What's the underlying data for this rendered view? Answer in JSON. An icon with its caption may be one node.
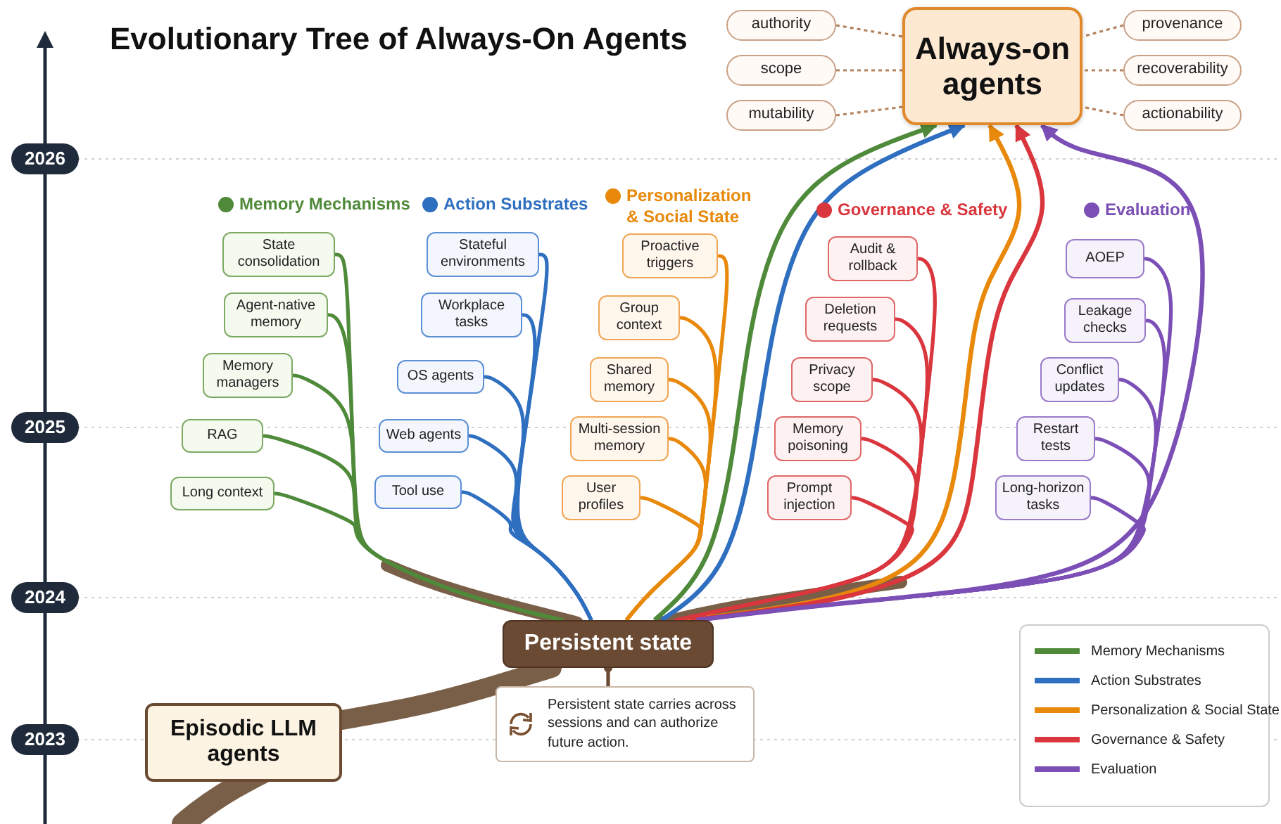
{
  "diagram": {
    "title": "Evolutionary Tree of Always-On Agents",
    "nodes": [
      {
        "text": [
          "Always-on agents"
        ]
      },
      {
        "text": [
          "authority"
        ]
      },
      {
        "text": [
          "scope"
        ]
      },
      {
        "text": [
          "mutability"
        ]
      },
      {
        "text": [
          "provenance"
        ]
      },
      {
        "text": [
          "recoverability"
        ]
      },
      {
        "text": [
          "actionability"
        ]
      },
      {
        "text": [
          "State consolidation"
        ]
      },
      {
        "text": [
          "Agent-native memory"
        ]
      },
      {
        "text": [
          "Memory managers"
        ]
      },
      {
        "text": [
          "RAG"
        ]
      },
      {
        "text": [
          "Long context"
        ]
      },
      {
        "text": [
          "Stateful environments"
        ]
      },
      {
        "text": [
          "Workplace tasks"
        ]
      },
      {
        "text": [
          "OS agents"
        ]
      },
      {
        "text": [
          "Web agents"
        ]
      },
      {
        "text": [
          "Tool use"
        ]
      },
      {
        "text": [
          "Proactive triggers"
        ]
      },
      {
        "text": [
          "Group context"
        ]
      },
      {
        "text": [
          "Shared memory"
        ]
      },
      {
        "text": [
          "Multi-session memory"
        ]
      },
      {
        "text": [
          "User profiles"
        ]
      },
      {
        "text": [
          "Audit & rollback"
        ]
      },
      {
        "text": [
          "Deletion requests"
        ]
      },
      {
        "text": [
          "Privacy scope"
        ]
      },
      {
        "text": [
          "Memory poisoning"
        ]
      },
      {
        "text": [
          "Prompt injection"
        ]
      },
      {
        "text": [
          "AOEP"
        ]
      },
      {
        "text": [
          "Leakage checks"
        ]
      },
      {
        "text": [
          "Conflict updates"
        ]
      },
      {
        "text": [
          "Restart tests"
        ]
      },
      {
        "text": [
          "Long-horizon tasks"
        ]
      },
      {
        "text": [
          "Persistent state"
        ]
      },
      {
        "text": [
          "Persistent state carries across sessions and can authorize future action."
        ]
      },
      {
        "text": [
          "Episodic LLM agents"
        ]
      }
    ],
    "edges": [
      {
        "from": 1,
        "to": 0,
        "arrow": "none",
        "style": "dashed",
        "color": "#b5835f"
      },
      {
        "from": 2,
        "to": 0,
        "arrow": "none",
        "style": "dashed",
        "color": "#b5835f"
      },
      {
        "from": 3,
        "to": 0,
        "arrow": "none",
        "style": "dashed",
        "color": "#b5835f"
      },
      {
        "from": 4,
        "to": 0,
        "arrow": "none",
        "style": "dashed",
        "color": "#b5835f"
      },
      {
        "from": 5,
        "to": 0,
        "arrow": "none",
        "style": "dashed",
        "color": "#b5835f"
      },
      {
        "from": 6,
        "to": 0,
        "arrow": "none",
        "style": "dashed",
        "color": "#b5835f"
      },
      {
        "from": 34,
        "to": 32,
        "arrow": "none",
        "style": "thick",
        "color": "#7a5f48"
      },
      {
        "from": 33,
        "to": 32,
        "arrow": "other",
        "color": "#6b4a33"
      },
      {
        "from": 32,
        "to": 0,
        "arrow": "to",
        "color": "#4f8a3a"
      },
      {
        "from": 32,
        "to": 0,
        "arrow": "to",
        "color": "#2f6fc0"
      },
      {
        "from": 32,
        "to": 0,
        "arrow": "to",
        "color": "#e8890c"
      },
      {
        "from": 32,
        "to": 0,
        "arrow": "to",
        "color": "#d9363e"
      },
      {
        "from": 32,
        "to": 0,
        "arrow": "to",
        "color": "#7b4fb5"
      },
      {
        "from": 32,
        "to": 7,
        "arrow": "none",
        "color": "#4f8a3a"
      },
      {
        "from": 32,
        "to": 8,
        "arrow": "none",
        "color": "#4f8a3a"
      },
      {
        "from": 32,
        "to": 9,
        "arrow": "none",
        "color": "#4f8a3a"
      },
      {
        "from": 32,
        "to": 10,
        "arrow": "none",
        "color": "#4f8a3a"
      },
      {
        "from": 32,
        "to": 11,
        "arrow": "none",
        "color": "#4f8a3a"
      },
      {
        "from": 32,
        "to": 12,
        "arrow": "none",
        "color": "#2f6fc0"
      },
      {
        "from": 32,
        "to": 13,
        "arrow": "none",
        "color": "#2f6fc0"
      },
      {
        "from": 32,
        "to": 14,
        "arrow": "none",
        "color": "#2f6fc0"
      },
      {
        "from": 32,
        "to": 15,
        "arrow": "none",
        "color": "#2f6fc0"
      },
      {
        "from": 32,
        "to": 16,
        "arrow": "none",
        "color": "#2f6fc0"
      },
      {
        "from": 32,
        "to": 17,
        "arrow": "none",
        "color": "#e8890c"
      },
      {
        "from": 32,
        "to": 18,
        "arrow": "none",
        "color": "#e8890c"
      },
      {
        "from": 32,
        "to": 19,
        "arrow": "none",
        "color": "#e8890c"
      },
      {
        "from": 32,
        "to": 20,
        "arrow": "none",
        "color": "#e8890c"
      },
      {
        "from": 32,
        "to": 21,
        "arrow": "none",
        "color": "#e8890c"
      },
      {
        "from": 32,
        "to": 22,
        "arrow": "none",
        "color": "#d9363e"
      },
      {
        "from": 32,
        "to": 23,
        "arrow": "none",
        "color": "#d9363e"
      },
      {
        "from": 32,
        "to": 24,
        "arrow": "none",
        "color": "#d9363e"
      },
      {
        "from": 32,
        "to": 25,
        "arrow": "none",
        "color": "#d9363e"
      },
      {
        "from": 32,
        "to": 26,
        "arrow": "none",
        "color": "#d9363e"
      },
      {
        "from": 32,
        "to": 27,
        "arrow": "none",
        "color": "#7b4fb5"
      },
      {
        "from": 32,
        "to": 28,
        "arrow": "none",
        "color": "#7b4fb5"
      },
      {
        "from": 32,
        "to": 29,
        "arrow": "none",
        "color": "#7b4fb5"
      },
      {
        "from": 32,
        "to": 30,
        "arrow": "none",
        "color": "#7b4fb5"
      },
      {
        "from": 32,
        "to": 31,
        "arrow": "none",
        "color": "#7b4fb5"
      }
    ],
    "labels": [
      "2026",
      "2025",
      "2024",
      "2023",
      "Memory Mechanisms",
      "Action Substrates",
      "Personalization & Social State",
      "Governance & Safety",
      "Evaluation"
    ],
    "legend": [
      {
        "text": "Memory Mechanisms",
        "color": "#4f8a3a"
      },
      {
        "text": "Action Substrates",
        "color": "#2f6fc0"
      },
      {
        "text": "Personalization & Social State",
        "color": "#e8890c"
      },
      {
        "text": "Governance & Safety",
        "color": "#d9363e"
      },
      {
        "text": "Evaluation",
        "color": "#7b4fb5"
      }
    ]
  }
}
